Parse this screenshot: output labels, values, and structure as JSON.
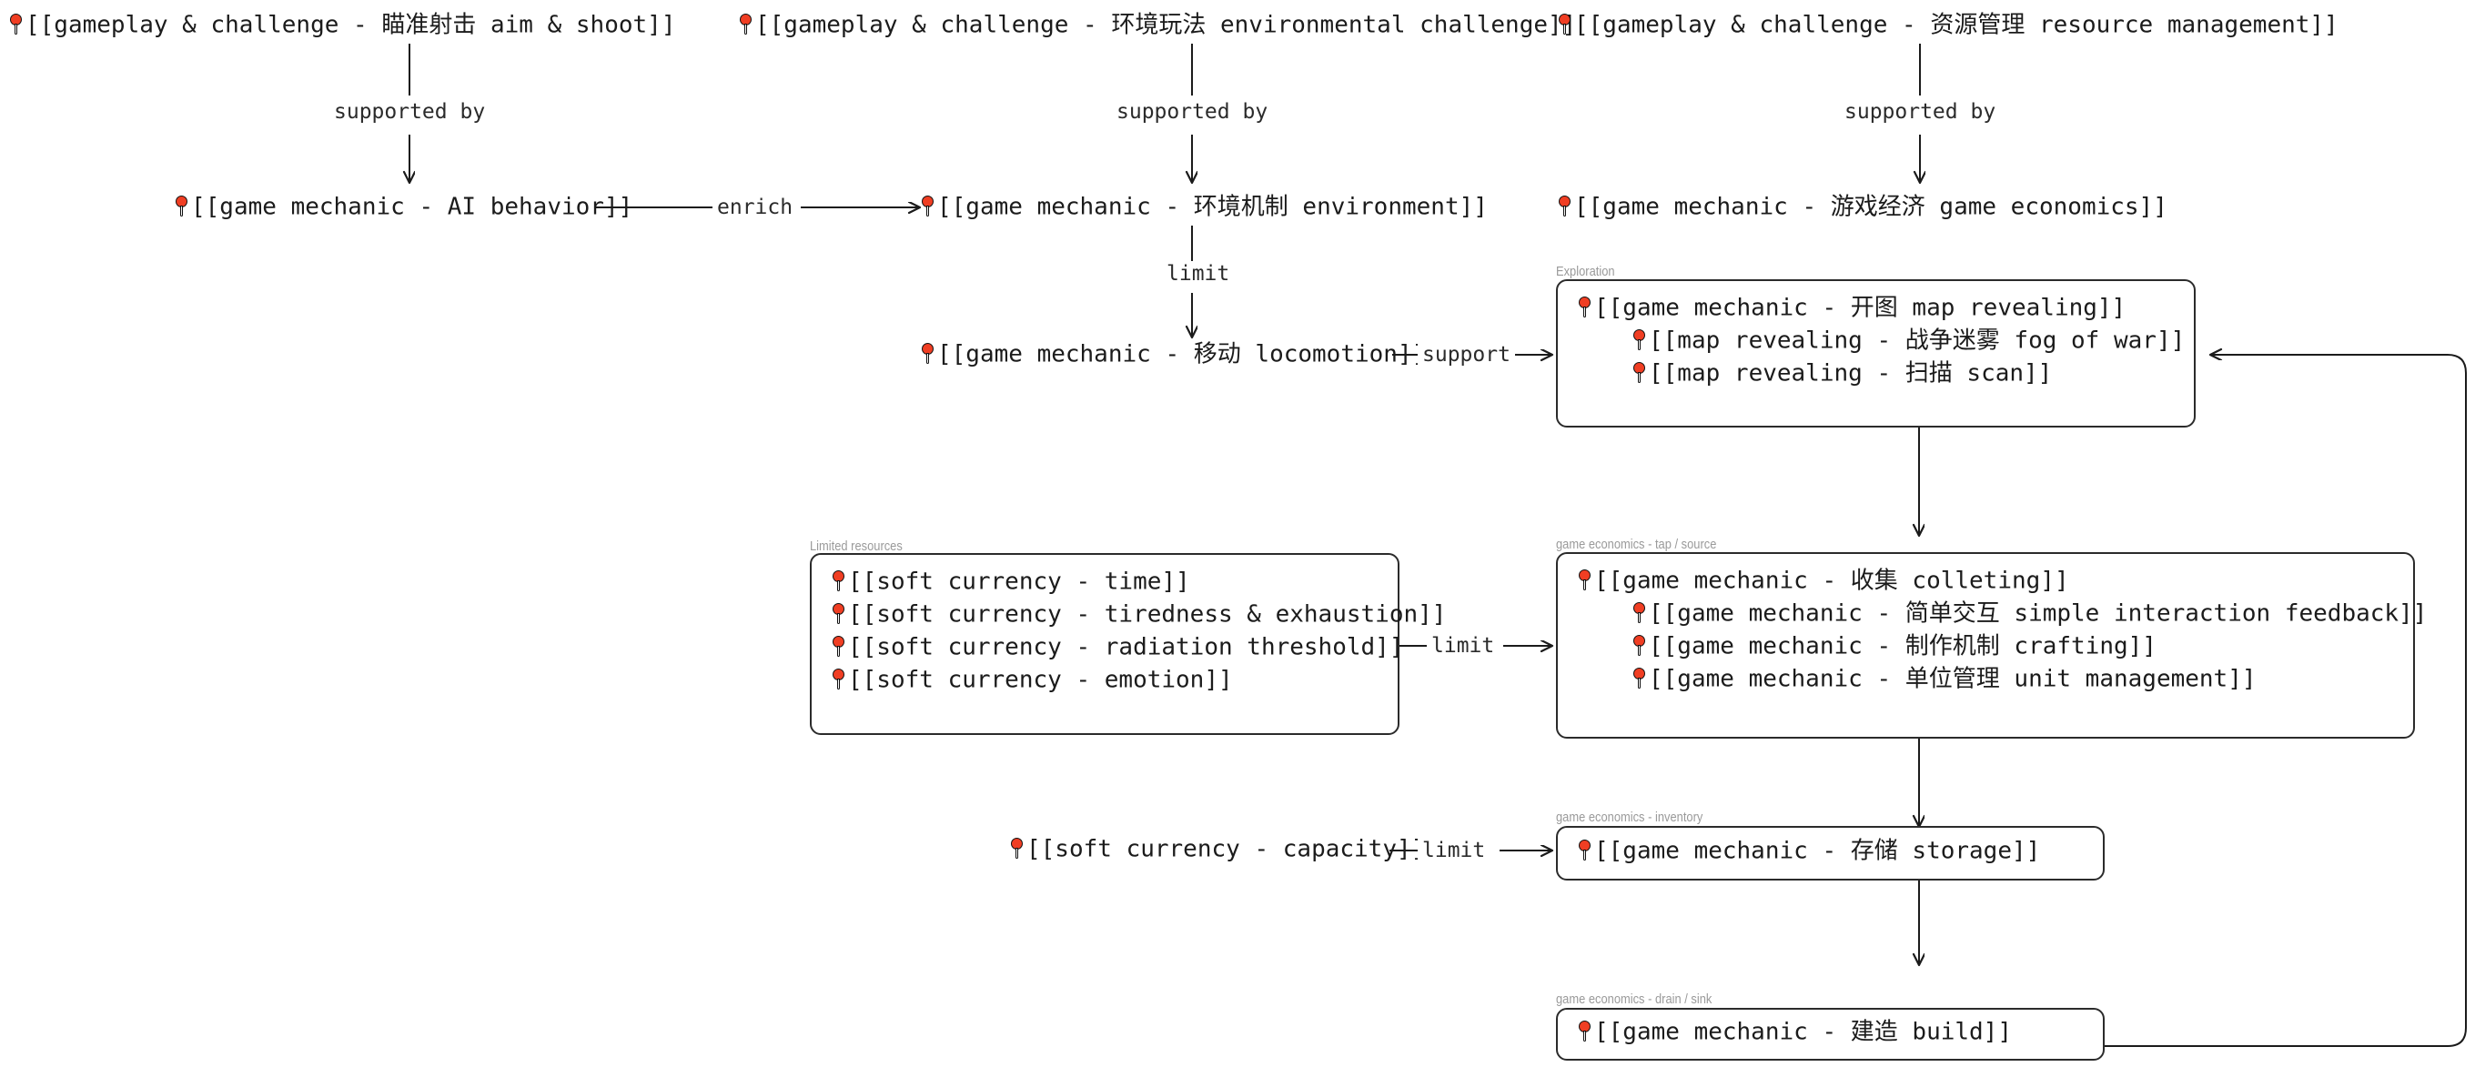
{
  "meta": {
    "background": "#ffffff",
    "ink": "#1b1b1b",
    "pin_color": "#f03e23",
    "group_label_color": "#9a9a9a"
  },
  "nodes": {
    "aim_shoot": "[[gameplay & challenge - 瞄准射击 aim & shoot]]",
    "env_challenge": "[[gameplay & challenge - 环境玩法 environmental challenge]]",
    "resource_mgmt": "[[gameplay & challenge - 资源管理 resource management]]",
    "ai_behavior": "[[game mechanic - AI behavior]]",
    "environment": "[[game mechanic - 环境机制 environment]]",
    "game_economics": "[[game mechanic - 游戏经济 game economics]]",
    "locomotion": "[[game mechanic - 移动 locomotion]]",
    "capacity": "[[soft currency - capacity]]"
  },
  "groups": {
    "exploration": {
      "label": "Exploration",
      "rows": [
        {
          "text": "[[game mechanic - 开图 map revealing]]",
          "indent": 0
        },
        {
          "text": "[[map revealing - 战争迷雾 fog of war]]",
          "indent": 1
        },
        {
          "text": "[[map revealing - 扫描 scan]]",
          "indent": 1
        }
      ]
    },
    "limited_resources": {
      "label": "Limited resources",
      "rows": [
        {
          "text": "[[soft currency - time]]",
          "indent": 0
        },
        {
          "text": "[[soft currency - tiredness & exhaustion]]",
          "indent": 0
        },
        {
          "text": "[[soft currency - radiation threshold]]",
          "indent": 0
        },
        {
          "text": "[[soft currency - emotion]]",
          "indent": 0
        }
      ]
    },
    "tap_source": {
      "label": "game economics - tap / source",
      "rows": [
        {
          "text": "[[game mechanic - 收集 colleting]]",
          "indent": 0
        },
        {
          "text": "[[game mechanic - 简单交互 simple interaction feedback]]",
          "indent": 1
        },
        {
          "text": "[[game mechanic - 制作机制 crafting]]",
          "indent": 1
        },
        {
          "text": "[[game mechanic - 单位管理 unit management]]",
          "indent": 1
        }
      ]
    },
    "inventory": {
      "label": "game economics - inventory",
      "rows": [
        {
          "text": "[[game mechanic - 存储 storage]]",
          "indent": 0
        }
      ]
    },
    "drain_sink": {
      "label": "game economics - drain / sink",
      "rows": [
        {
          "text": "[[game mechanic - 建造 build]]",
          "indent": 0
        }
      ]
    }
  },
  "edges": {
    "supported_by_1": "supported by",
    "supported_by_2": "supported by",
    "supported_by_3": "supported by",
    "enrich": "enrich",
    "limit_env": "limit",
    "support_loco": "support",
    "limit_res": "limit",
    "limit_cap": "limit"
  }
}
